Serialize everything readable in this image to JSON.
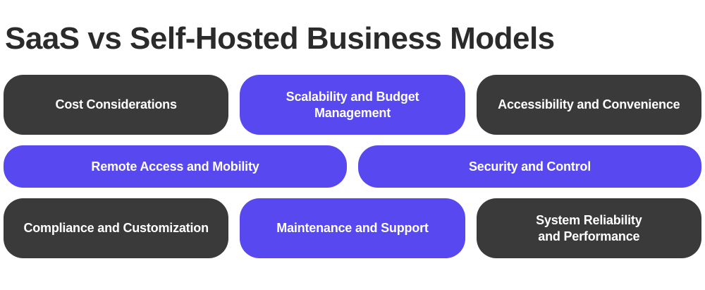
{
  "title": "SaaS vs Self-Hosted Business Models",
  "pills": [
    {
      "label": "Cost Considerations",
      "variant": "dark"
    },
    {
      "label": "Scalability and Budget\nManagement",
      "variant": "purple"
    },
    {
      "label": "Accessibility and Convenience",
      "variant": "dark"
    },
    {
      "label": "Remote Access and Mobility",
      "variant": "purple"
    },
    {
      "label": "Security and Control",
      "variant": "purple"
    },
    {
      "label": "Compliance and Customization",
      "variant": "dark"
    },
    {
      "label": "Maintenance and Support",
      "variant": "purple"
    },
    {
      "label": "System Reliability\nand Performance",
      "variant": "dark"
    }
  ],
  "colors": {
    "pill_dark": "#3a3a3a",
    "pill_purple": "#5748f0",
    "pill_text": "#ffffff",
    "title_text": "#2b2b2b",
    "background": "#ffffff"
  }
}
